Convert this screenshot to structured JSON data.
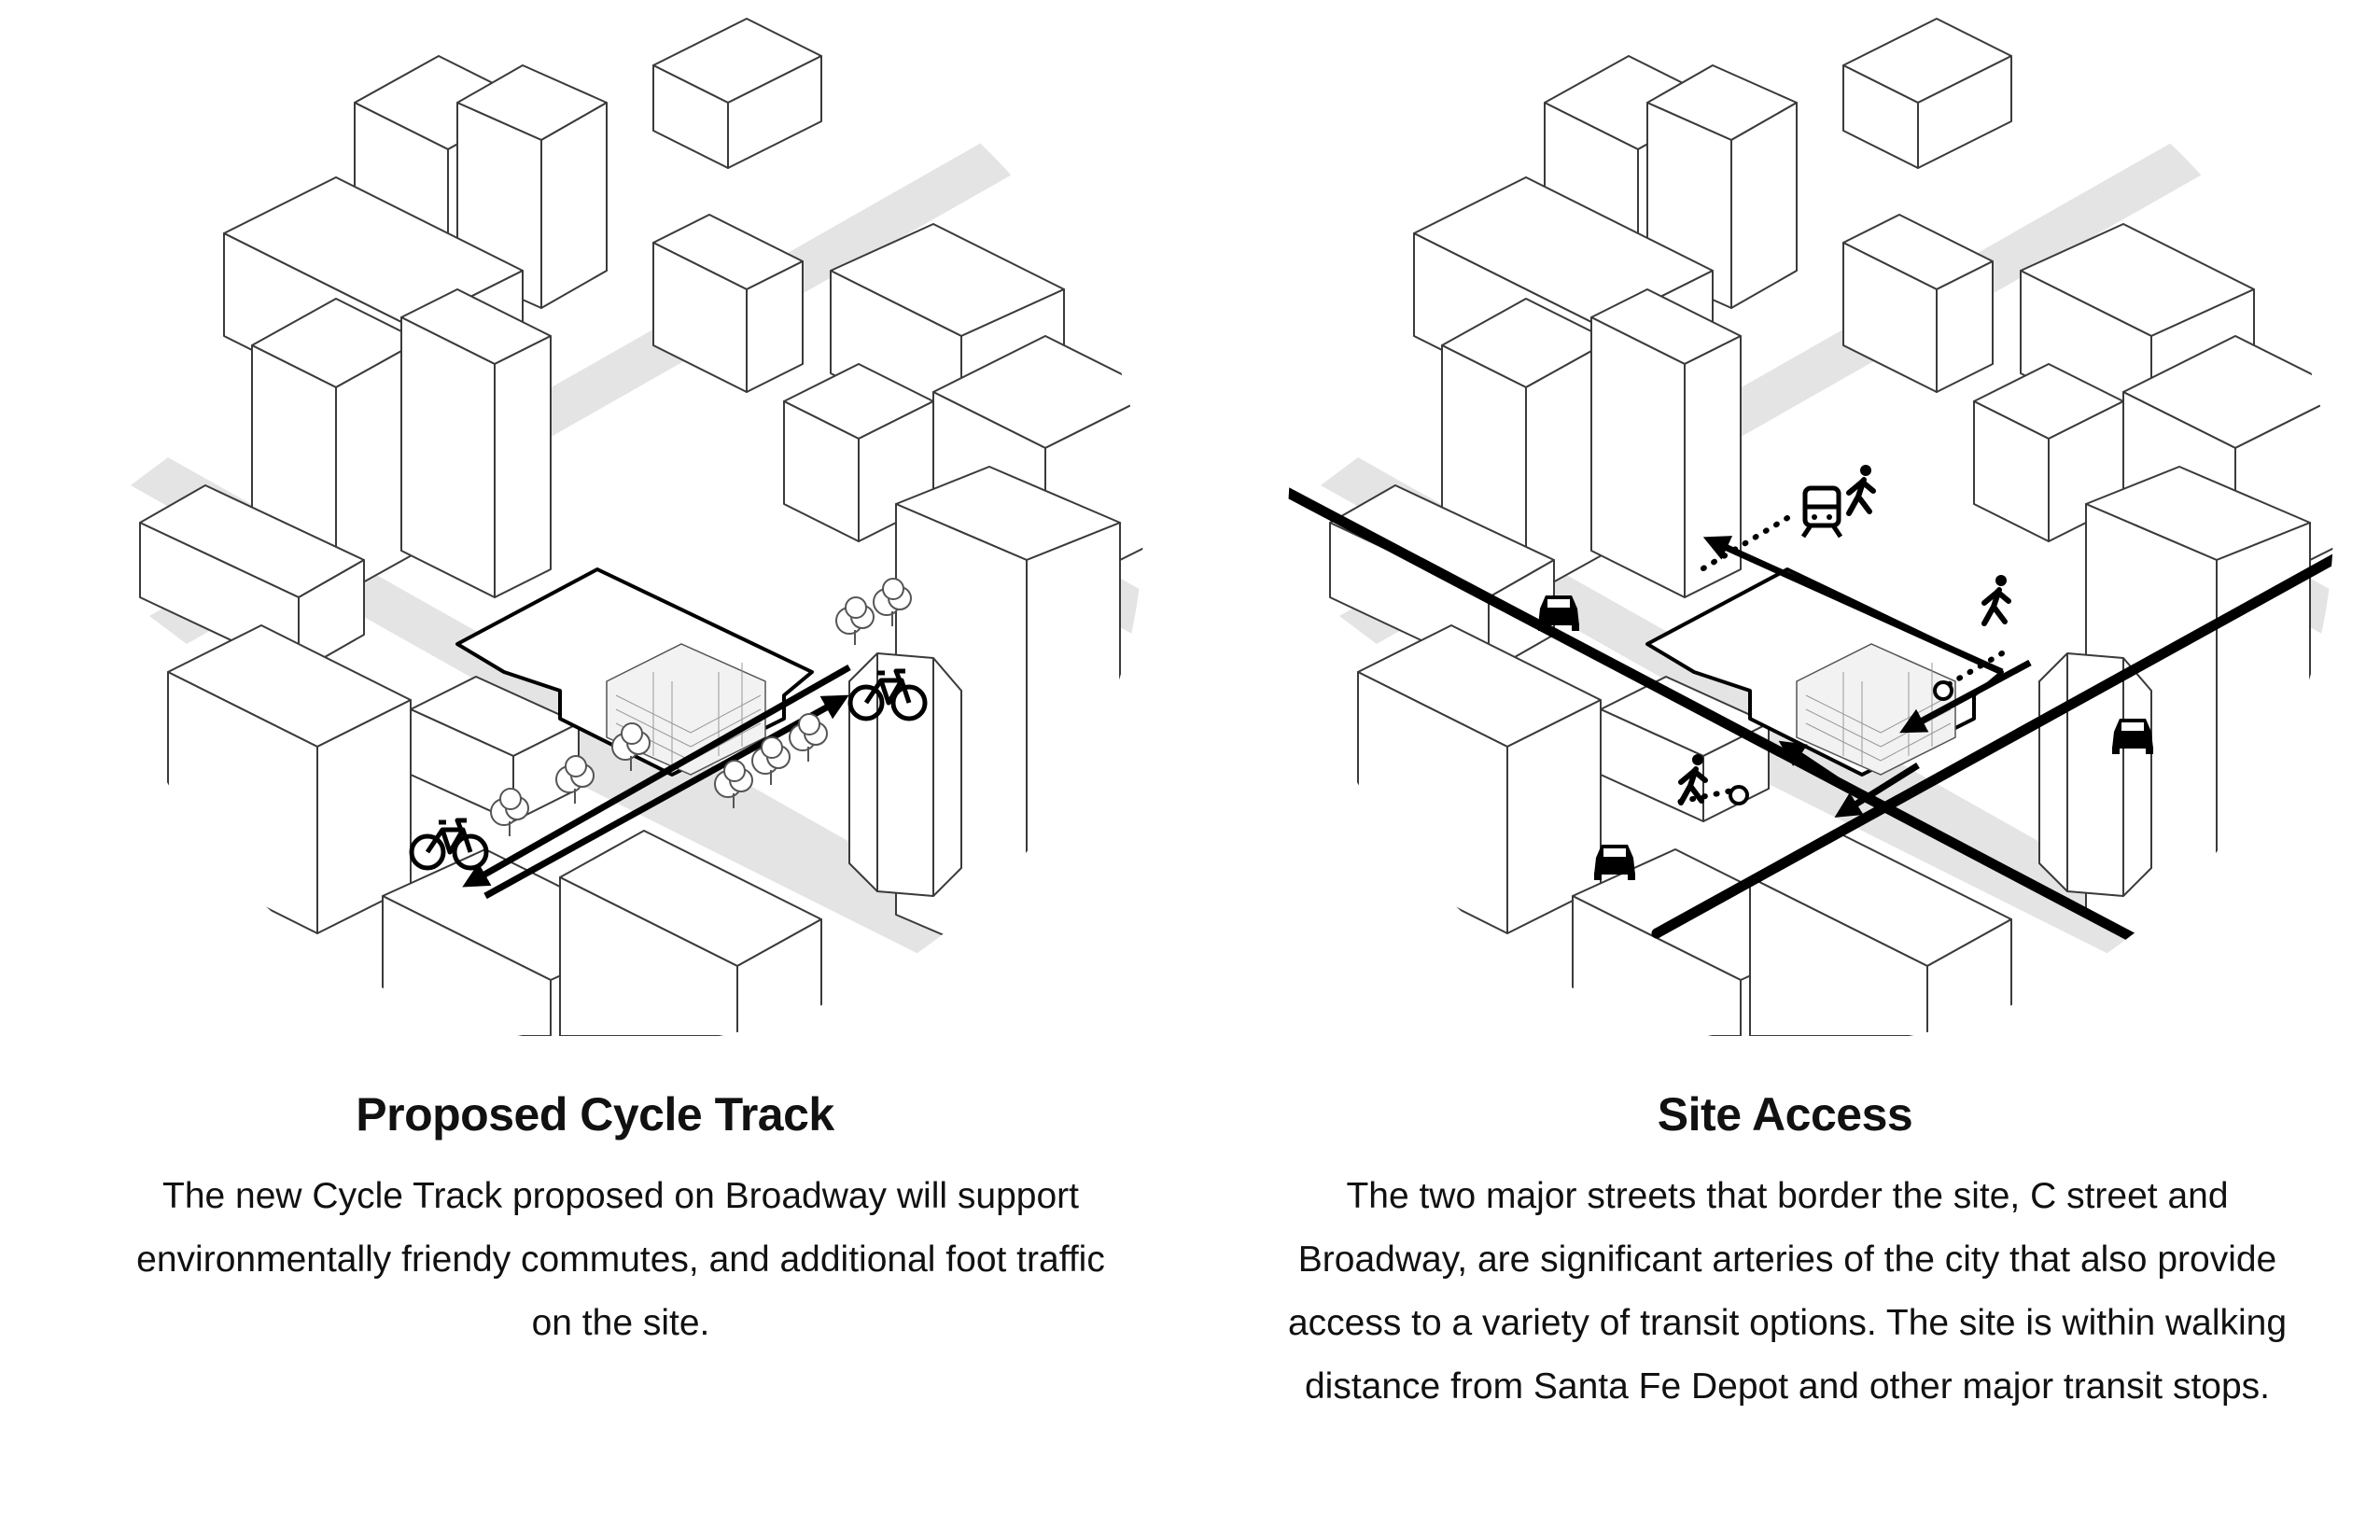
{
  "panels": [
    {
      "title": "Proposed Cycle Track",
      "description": "The new Cycle Track proposed on Broadway will support environmentally friendy commutes, and additional foot traffic on the site.",
      "icons": [
        "bicycle-icon",
        "bicycle-icon"
      ]
    },
    {
      "title": "Site Access",
      "description": "The two major streets that border the site, C street and Broadway, are significant arteries of the city that also provide access to a variety of transit options. The site is within walking distance from Santa Fe Depot and other major transit stops.",
      "icons": [
        "car-icon",
        "car-icon",
        "car-icon",
        "train-icon",
        "pedestrian-icon",
        "pedestrian-icon",
        "pedestrian-icon"
      ]
    }
  ]
}
